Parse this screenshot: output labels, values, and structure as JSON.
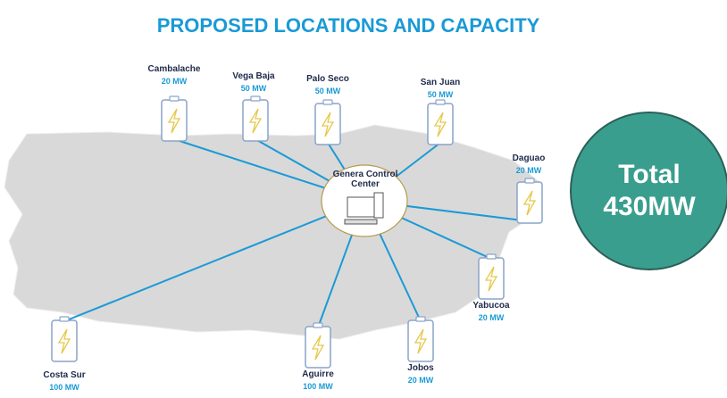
{
  "title": "PROPOSED LOCATIONS AND CAPACITY",
  "control_center": "Genera Control Center",
  "total": {
    "line1": "Total",
    "line2": "430MW"
  },
  "sites": [
    {
      "name": "Cambalache",
      "capacity": "20 MW"
    },
    {
      "name": "Vega Baja",
      "capacity": "50 MW"
    },
    {
      "name": "Palo Seco",
      "capacity": "50 MW"
    },
    {
      "name": "San Juan",
      "capacity": "50 MW"
    },
    {
      "name": "Daguao",
      "capacity": "20 MW"
    },
    {
      "name": "Yabucoa",
      "capacity": "20 MW"
    },
    {
      "name": "Jobos",
      "capacity": "20 MW"
    },
    {
      "name": "Aguirre",
      "capacity": "100 MW"
    },
    {
      "name": "Costa Sur",
      "capacity": "100 MW"
    }
  ],
  "colors": {
    "accent": "#1a9ad6",
    "map": "#d9d9d9",
    "total": "#3a9e8f"
  }
}
